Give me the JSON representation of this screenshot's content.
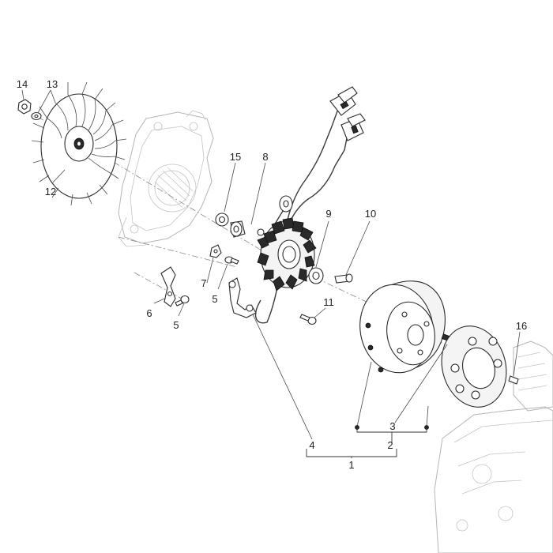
{
  "diagram": {
    "callouts": [
      {
        "key": "c14",
        "label": "14"
      },
      {
        "key": "c13",
        "label": "13"
      },
      {
        "key": "c12",
        "label": "12"
      },
      {
        "key": "c15",
        "label": "15"
      },
      {
        "key": "c8",
        "label": "8"
      },
      {
        "key": "c9",
        "label": "9"
      },
      {
        "key": "c10",
        "label": "10"
      },
      {
        "key": "c7",
        "label": "7"
      },
      {
        "key": "c5a",
        "label": "5"
      },
      {
        "key": "c6",
        "label": "6"
      },
      {
        "key": "c5b",
        "label": "5"
      },
      {
        "key": "c11",
        "label": "11"
      },
      {
        "key": "c16",
        "label": "16"
      },
      {
        "key": "c3",
        "label": "3"
      },
      {
        "key": "c4",
        "label": "4"
      },
      {
        "key": "c2",
        "label": "2"
      },
      {
        "key": "c1",
        "label": "1"
      }
    ],
    "colors": {
      "ink": "#2a2a2a",
      "ghost": "#b5b5b5",
      "background": "#ffffff"
    }
  }
}
